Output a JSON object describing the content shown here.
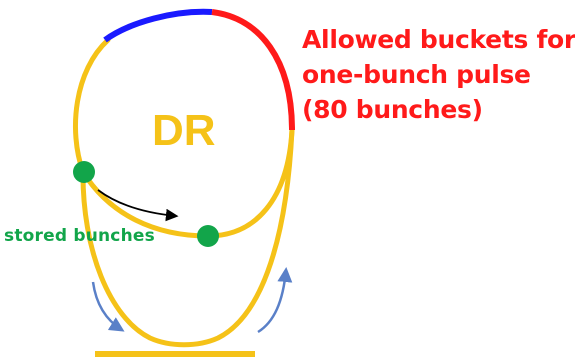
{
  "ring_label": "DR",
  "caption": {
    "lines": [
      "Allowed buckets for",
      "one-bunch pulse",
      "(80 bunches)"
    ]
  },
  "stored_label": "stored bunches",
  "colors": {
    "ring": "#f5c218",
    "allowed_buckets": "#ff1a1a",
    "top_segment": "#1a1aff",
    "caption_text": "#ff1a1a",
    "ring_label_text": "#f5c218",
    "bunch": "#12a54a",
    "stored_label_text": "#12a54a",
    "motion_arrow": "#000000",
    "injection_arrow": "#5a80c8"
  },
  "elements": {
    "bunch_count": 2
  }
}
